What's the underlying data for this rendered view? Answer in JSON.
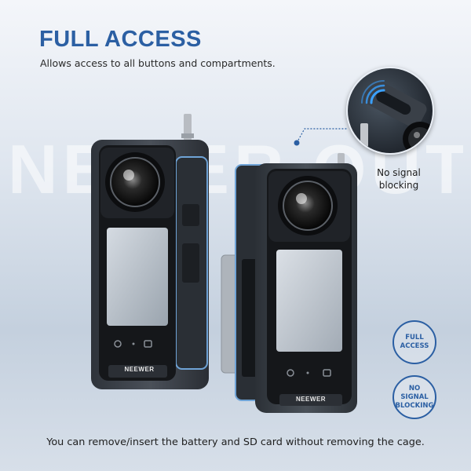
{
  "watermark": "NEWER OUT RIC",
  "headline": "FULL ACCESS",
  "subheadline": "Allows access to all buttons and compartments.",
  "callout": {
    "label_line1": "No signal",
    "label_line2": "blocking"
  },
  "badges": [
    {
      "line1": "FULL",
      "line2": "ACCESS"
    },
    {
      "line1": "NO SIGNAL",
      "line2": "BLOCKING"
    }
  ],
  "brand_logo": "NEEWER",
  "caption": "You can remove/insert the battery and SD card without removing the cage.",
  "colors": {
    "accent": "#2b5fa3",
    "cage": "#3d434c",
    "cage_highlight": "#6fa3d6",
    "screen": "#b9c2cc"
  }
}
